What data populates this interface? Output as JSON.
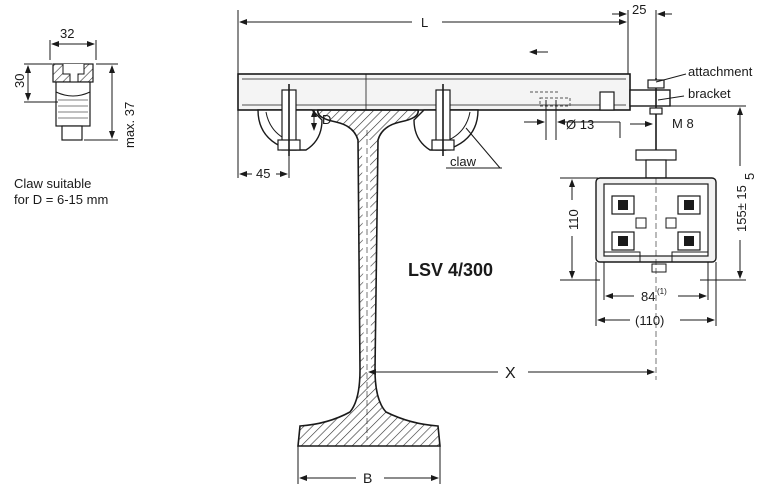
{
  "figure": {
    "model_label": "LSV 4/300",
    "dimensions": {
      "L": "L",
      "d25": "25",
      "d45": "45",
      "d13": "Ø 13",
      "m8": "M 8",
      "d5": "5",
      "d155": "155± 15",
      "d110v": "110",
      "d84": "84",
      "d84_sup": "(1)",
      "d110h": "(110)",
      "X": "X",
      "B": "B",
      "D": "D",
      "d32": "32",
      "d30": "30",
      "max37": "max. 37"
    },
    "callouts": {
      "attachment": "attachment",
      "bracket": "bracket",
      "claw": "claw"
    },
    "note": {
      "line1": "Claw suitable",
      "line2": "for D = 6-15 mm"
    }
  }
}
